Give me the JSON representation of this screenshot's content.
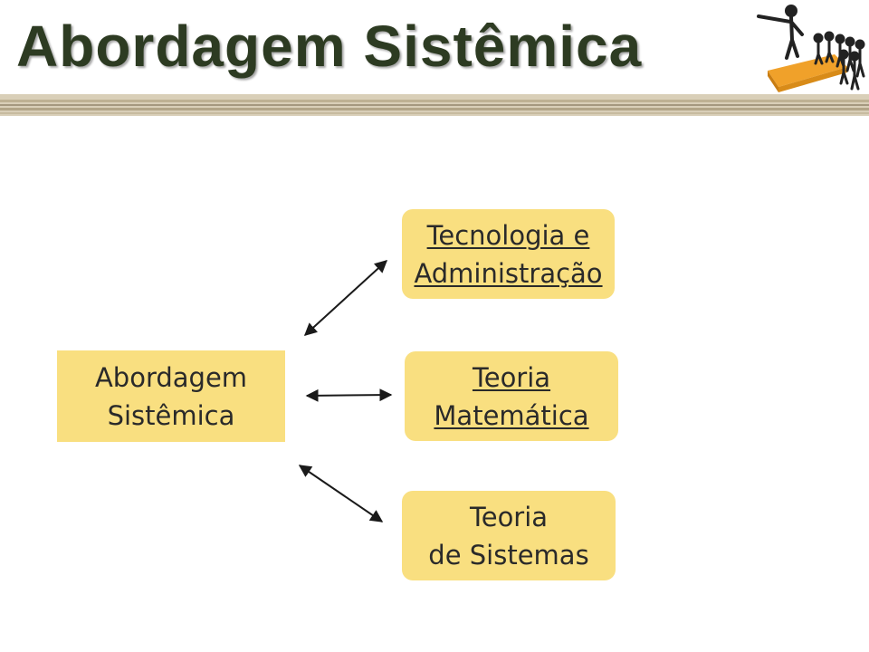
{
  "header": {
    "title": "Abordagem Sistêmica"
  },
  "colors": {
    "title": "#2d3b22",
    "box_fill": "#f9df80",
    "box_text": "#2a2a2a",
    "arrow": "#1a1a1a",
    "logo_step": "#f0a12a"
  },
  "icons": {
    "logo": "leader-pointing-figures-icon"
  },
  "diagram": {
    "center": {
      "line1": "Abordagem",
      "line2": "Sistêmica"
    },
    "nodes": [
      {
        "line1": "Tecnologia e",
        "line2": "Administração",
        "underlined": true
      },
      {
        "line1": "Teoria",
        "line2": "Matemática",
        "underlined": true
      },
      {
        "line1": "Teoria",
        "line2": "de Sistemas",
        "underlined": false
      }
    ],
    "connections": "bidirectional"
  }
}
